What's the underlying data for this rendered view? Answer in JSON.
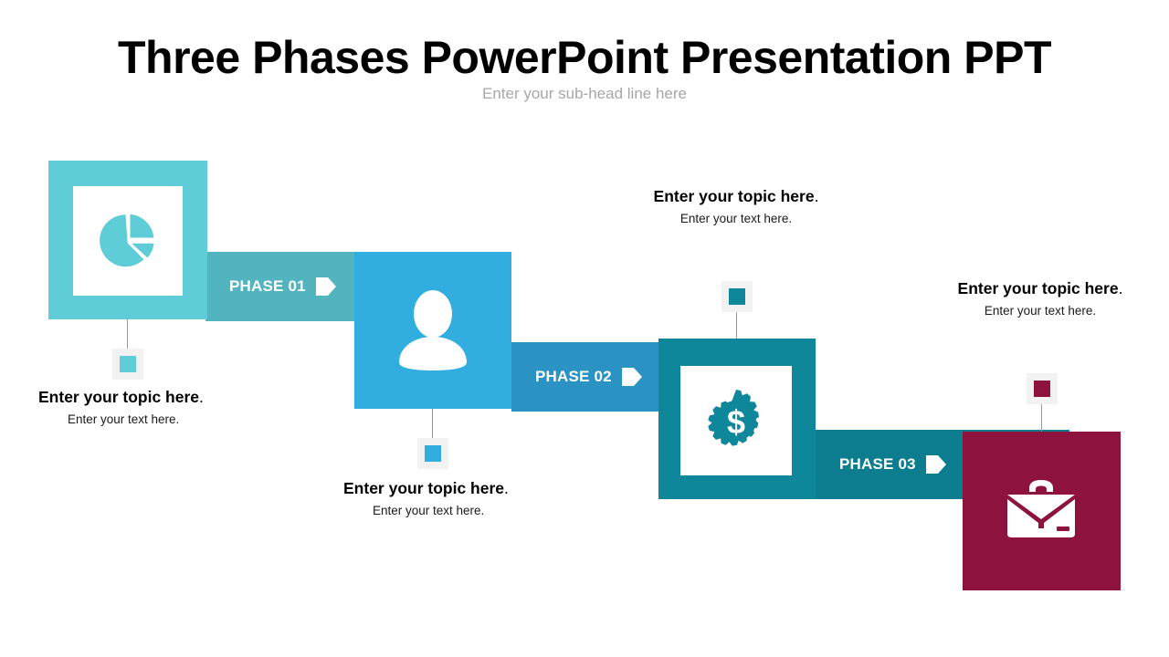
{
  "header": {
    "title": "Three Phases PowerPoint Presentation PPT",
    "subtitle": "Enter your sub-head line here"
  },
  "colors": {
    "phase1_block": "#5ecdd8",
    "phase1_banner": "#52b4bf",
    "phase2_block": "#32ade0",
    "phase2_banner": "#2b93c4",
    "phase3_block": "#0d8799",
    "phase3_banner": "#0b7d8e",
    "phase4_block": "#8e123e",
    "marker_bg": "#f2f2f2",
    "connector": "#9a9a9a",
    "title_text": "#000000",
    "subtitle_text": "#a6a6a6"
  },
  "phases": [
    {
      "id": "phase-01",
      "banner_label": "PHASE 01",
      "icon_name": "pie-chart-icon",
      "block_color": "#5ecdd8",
      "banner_color": "#52b4bf",
      "caption_topic": "Enter your topic here",
      "caption_topic_dot": ".",
      "caption_text": "Enter your text here."
    },
    {
      "id": "phase-02",
      "banner_label": "PHASE 02",
      "icon_name": "user-person-icon",
      "block_color": "#32ade0",
      "banner_color": "#2b93c4",
      "caption_topic": "Enter your topic here",
      "caption_topic_dot": ".",
      "caption_text": "Enter your text here."
    },
    {
      "id": "phase-03",
      "banner_label": "PHASE 03",
      "icon_name": "gear-dollar-icon",
      "block_color": "#0d8799",
      "banner_color": "#0b7d8e",
      "caption_topic": "Enter your topic here",
      "caption_topic_dot": ".",
      "caption_text": "Enter your text here."
    },
    {
      "id": "phase-04",
      "banner_label": "",
      "icon_name": "briefcase-icon",
      "block_color": "#8e123e",
      "banner_color": "",
      "caption_topic": "Enter your topic here",
      "caption_topic_dot": ".",
      "caption_text": "Enter your text here."
    }
  ]
}
